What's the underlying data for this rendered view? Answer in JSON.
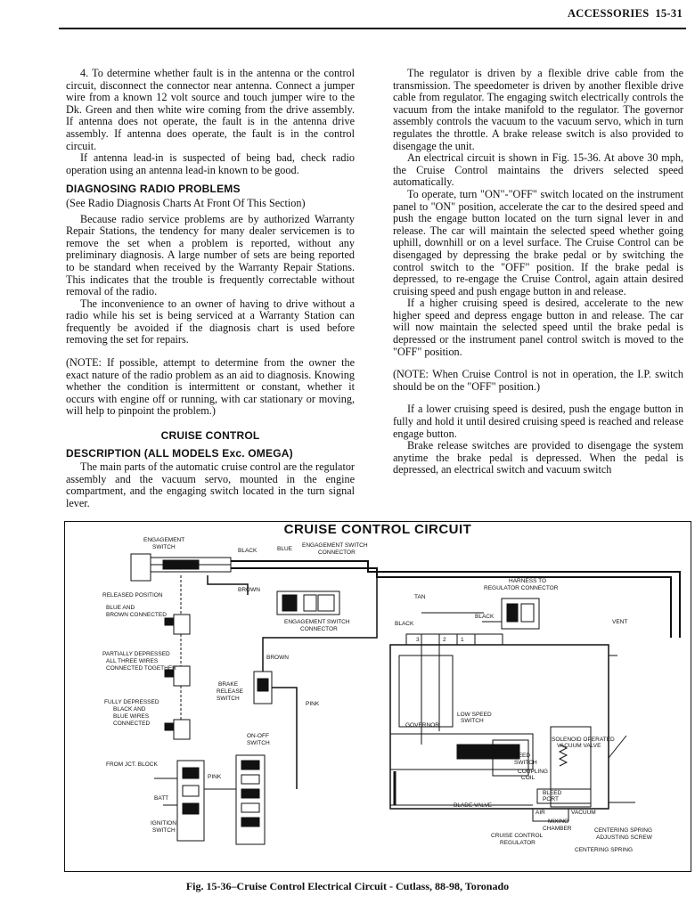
{
  "header": {
    "section": "ACCESSORIES",
    "page": "15-31"
  },
  "left_column": {
    "p1": "4. To determine whether fault is in the antenna or the control circuit, disconnect the connector near antenna. Connect a jumper wire from a known 12 volt source and touch jumper wire to the Dk. Green and then white wire coming from the drive assembly. If antenna does not operate, the fault is in the antenna drive assembly. If antenna does operate, the fault is in the control circuit.",
    "p2": "If antenna lead-in is suspected of being bad, check radio operation using an antenna lead-in known to be good.",
    "h_radio": "DIAGNOSING RADIO PROBLEMS",
    "radio_sub": "(See Radio Diagnosis Charts At Front Of This Section)",
    "p3": "Because radio service problems are by authorized Warranty Repair Stations, the tendency for many dealer servicemen is to remove the set when a problem is reported, without any preliminary diagnosis. A large number of sets are being reported to be standard when received by the Warranty Repair Stations. This indicates that the trouble is frequently correctable without removal of the radio.",
    "p4": "The inconvenience to an owner of having to drive without a radio while his set is being serviced at a Warranty Station can frequently be avoided if the diagnosis chart is used before removing the set for repairs.",
    "note": "(NOTE: If possible, attempt to determine from the owner the exact nature of the radio problem as an aid to diagnosis. Knowing whether the condition is intermittent or constant, whether it occurs with engine off or running, with car stationary or moving, will help to pinpoint the problem.)",
    "h_cruise": "CRUISE CONTROL",
    "h_desc": "DESCRIPTION (ALL MODELS Exc. OMEGA)",
    "p5": "The main parts of the automatic cruise control are the regulator assembly and the vacuum servo, mounted in the engine compartment, and the engaging switch located in the turn signal lever."
  },
  "right_column": {
    "p1": "The regulator is driven by a flexible drive cable from the transmission. The speedometer is driven by another flexible drive cable from regulator. The engaging switch electrically controls the vacuum from the intake manifold to the regulator. The governor assembly controls the vacuum to the vacuum servo, which in turn regulates the throttle. A brake release switch is also provided to disengage the unit.",
    "p2": "An electrical circuit is shown in Fig. 15-36. At above 30 mph, the Cruise Control maintains the drivers selected speed automatically.",
    "p3": "To operate, turn \"ON\"-\"OFF\" switch located on the instrument panel to \"ON\" position, accelerate the car to the desired speed and push the engage button located on the turn signal lever in and release. The car will maintain the selected speed whether going uphill, downhill or on a level surface. The Cruise Control can be disengaged by depressing the brake pedal or by switching the control switch to the \"OFF\" position. If the brake pedal is depressed, to re-engage the Cruise Control, again attain desired cruising speed and push engage button in and release.",
    "p4": "If a higher cruising speed is desired, accelerate to the new higher speed and depress engage button in and release. The car will now maintain the selected speed until the brake pedal is depressed or the instrument panel control switch is moved to the \"OFF\" position.",
    "note": "(NOTE: When Cruise Control is not in operation, the I.P. switch should be on the \"OFF\" position.)",
    "p5": "If a lower cruising speed is desired, push the engage button in fully and hold it until desired cruising speed is reached and release engage button.",
    "p6": "Brake release switches are provided to disengage the system anytime the brake pedal is depressed. When the pedal is depressed, an electrical switch and vacuum switch"
  },
  "figure": {
    "title": "CRUISE CONTROL CIRCUIT",
    "labels": {
      "engaging_switch_1": "ENGAGEMENT",
      "engaging_switch_2": "SWITCH",
      "black": "BLACK",
      "blue": "BLUE",
      "eng_conn_1": "ENGAGEMENT SWITCH",
      "eng_conn_2": "CONNECTOR",
      "brown_top": "BROWN",
      "released": "RELEASED POSITION",
      "blue_brown_1": "BLUE AND",
      "blue_brown_2": "BROWN CONNECTED",
      "eng_conn2_1": "ENGAGEMENT SWITCH",
      "eng_conn2_2": "CONNECTOR",
      "partial_1": "PARTIALLY DEPRESSED",
      "partial_2": "ALL THREE WIRES",
      "partial_3": "CONNECTED TOGETHER",
      "brown_mid": "BROWN",
      "brake_1": "BRAKE",
      "brake_2": "RELEASE",
      "brake_3": "SWITCH",
      "fully_1": "FULLY DEPRESSED",
      "fully_2": "BLACK AND",
      "fully_3": "BLUE WIRES",
      "fully_4": "CONNECTED",
      "pink_mid": "PINK",
      "onoff_1": "ON-OFF",
      "onoff_2": "SWITCH",
      "from_jct": "FROM JCT. BLOCK",
      "pink_low": "PINK",
      "batt": "BATT",
      "ign_1": "IGNITION",
      "ign_2": "SWITCH",
      "harness_1": "HARNESS TO",
      "harness_2": "REGULATOR CONNECTOR",
      "tan": "TAN",
      "black_r1": "BLACK",
      "black_r2": "BLACK",
      "vent": "VENT",
      "t1": "1",
      "t2": "2",
      "t3": "3",
      "governor": "GOVERNOR",
      "low_speed_1": "LOW SPEED",
      "low_speed_2": "SWITCH",
      "sol_1": "SOLENOID OPERATED",
      "sol_2": "VACUUM VALVE",
      "reed_1": "REED",
      "reed_2": "SWITCH",
      "coupling_1": "COUPLING",
      "coupling_2": "COIL",
      "bleed_1": "BLEED",
      "bleed_2": "PORT",
      "air": "AIR",
      "vacuum": "VACUUM",
      "blade_valve": "BLADE VALVE",
      "mixing_1": "MIXING",
      "mixing_2": "CHAMBER",
      "regulator_1": "CRUISE CONTROL",
      "regulator_2": "REGULATOR",
      "centering_adj_1": "CENTERING SPRING",
      "centering_adj_2": "ADJUSTING SCREW",
      "centering": "CENTERING SPRING"
    }
  },
  "caption": "Fig. 15-36–Cruise Control Electrical Circuit - Cutlass, 88-98, Toronado"
}
